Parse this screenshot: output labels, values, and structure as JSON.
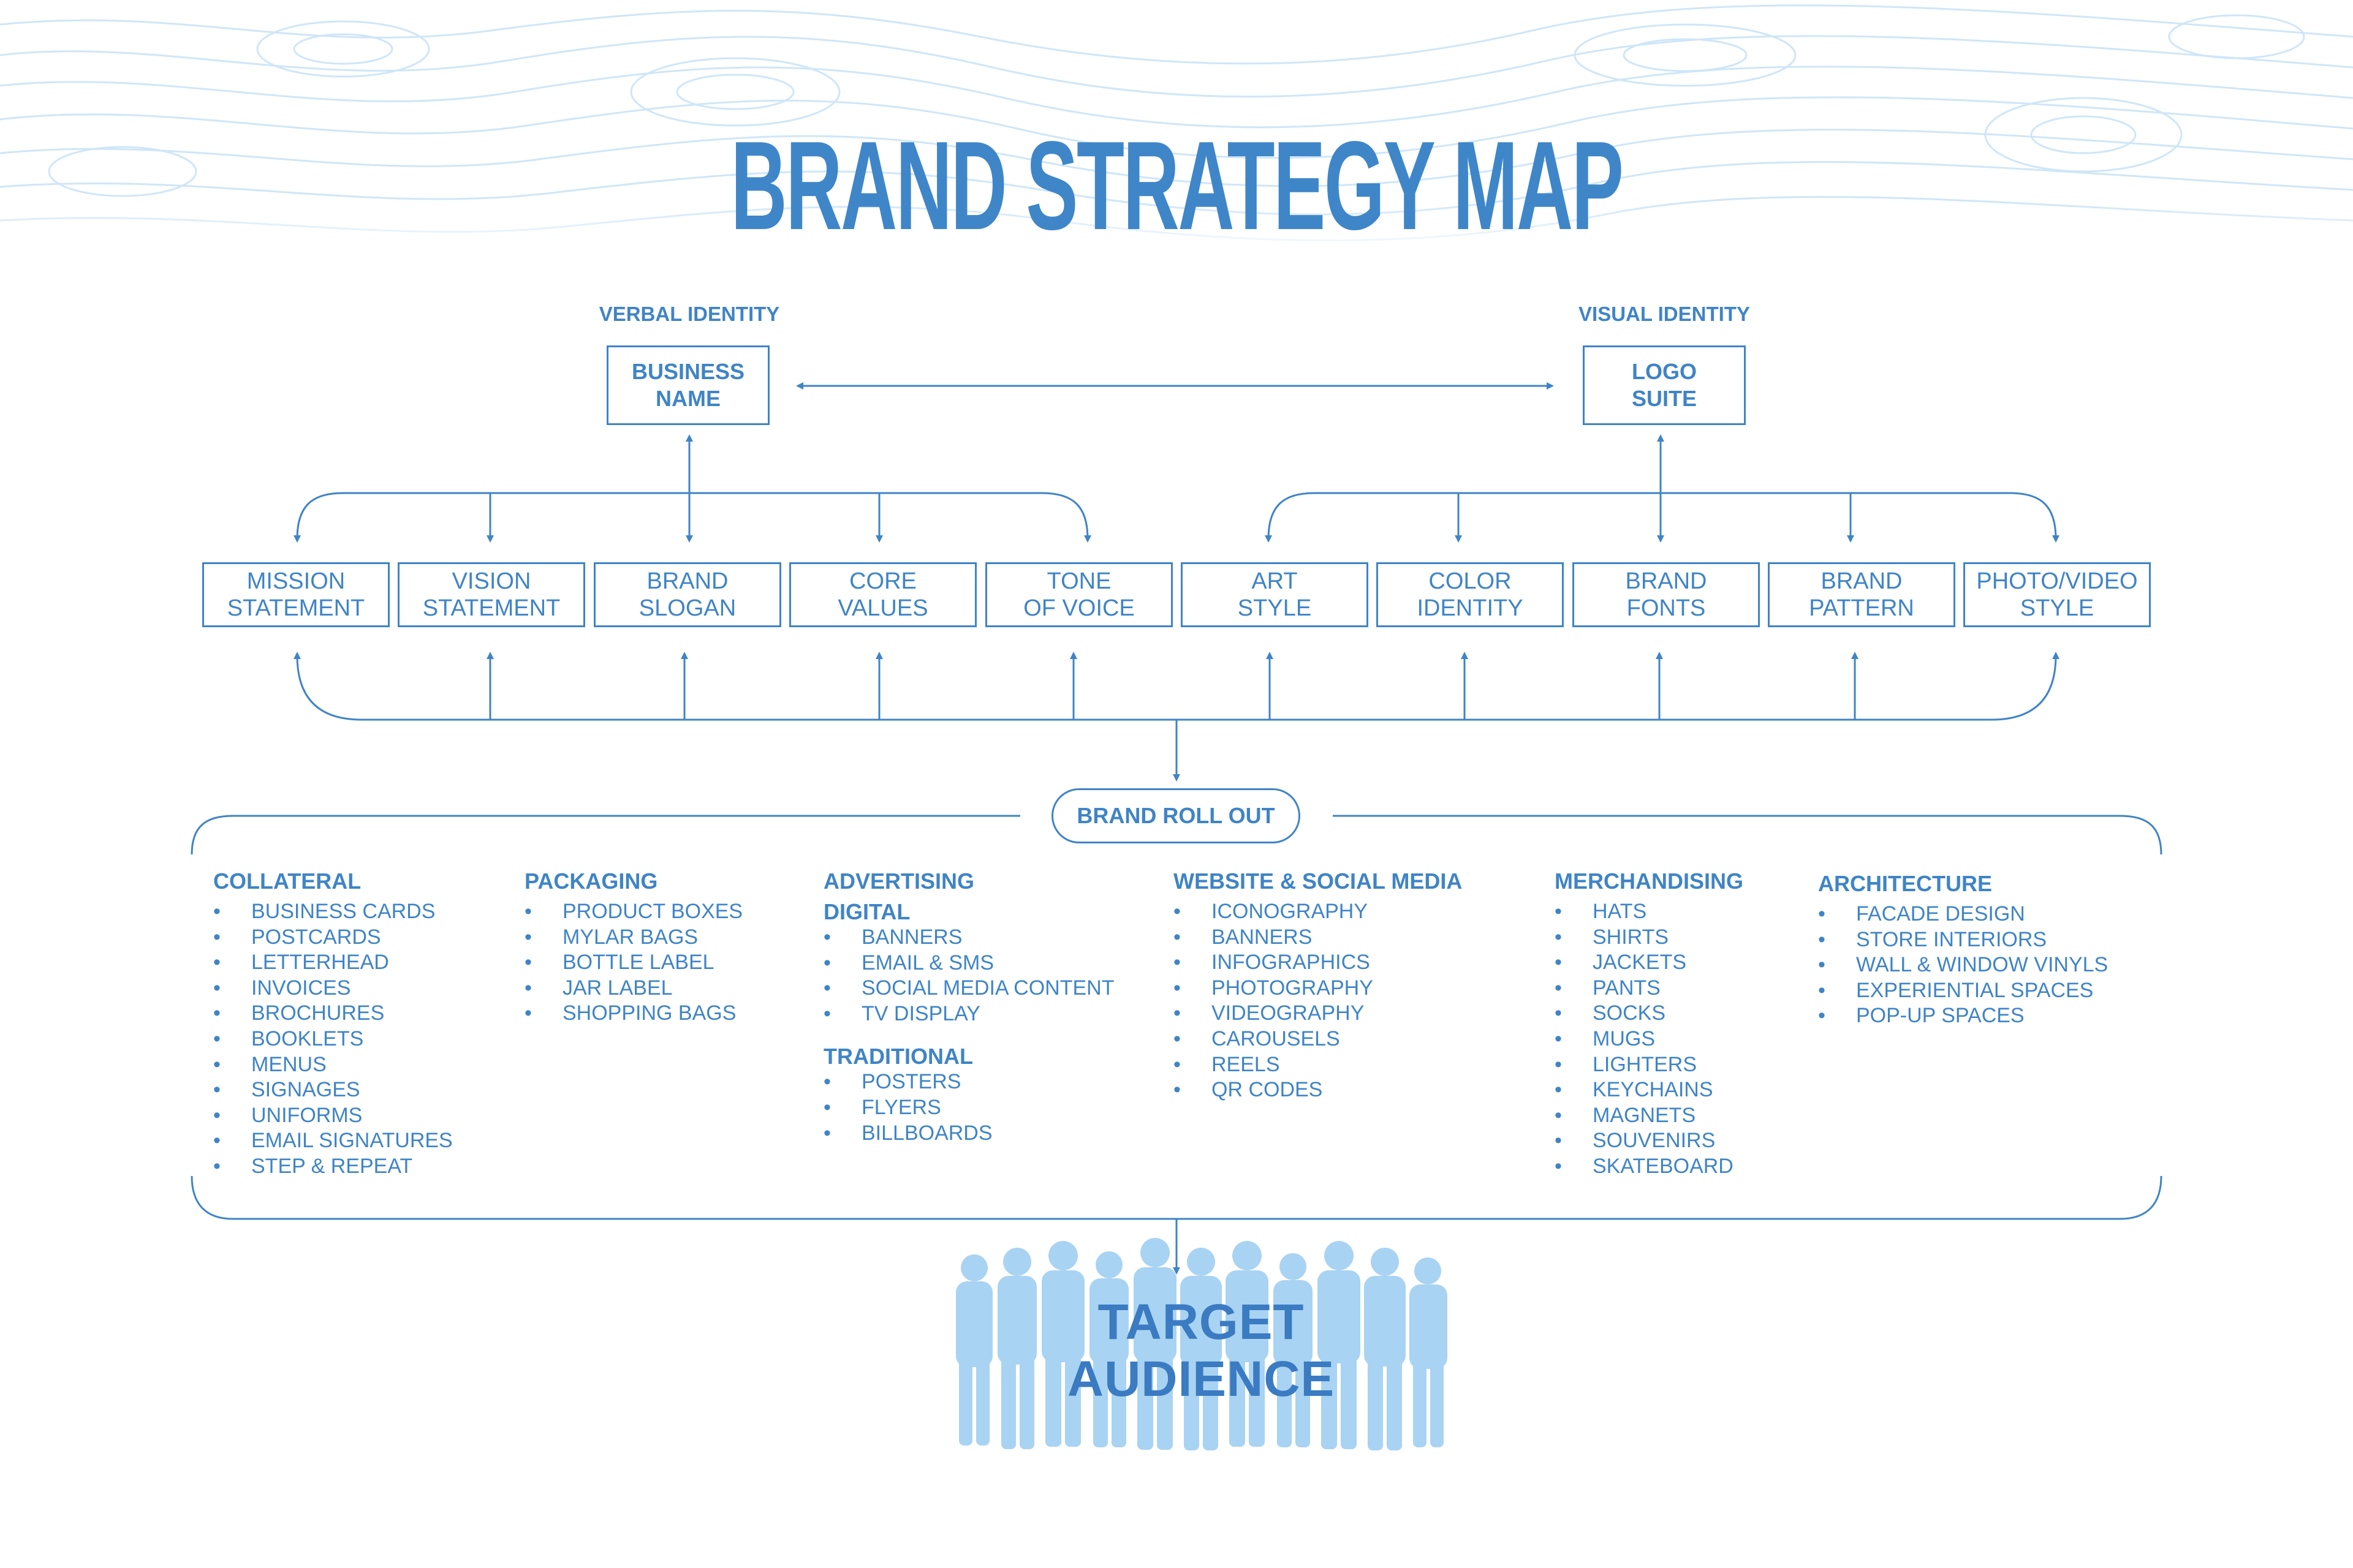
{
  "title": "BRAND STRATEGY MAP",
  "colors": {
    "primary": "#3f84c6",
    "silhouette": "#a9d3f2",
    "topo": "#cfe6f8"
  },
  "verbal_identity": {
    "heading": "VERBAL IDENTITY",
    "box": "BUSINESS\nNAME"
  },
  "visual_identity": {
    "heading": "VISUAL IDENTITY",
    "box": "LOGO\nSUITE"
  },
  "elements": [
    "MISSION\nSTATEMENT",
    "VISION\nSTATEMENT",
    "BRAND\nSLOGAN",
    "CORE\nVALUES",
    "TONE\nOF VOICE",
    "ART\nSTYLE",
    "COLOR\nIDENTITY",
    "BRAND\nFONTS",
    "BRAND\nPATTERN",
    "PHOTO/VIDEO\nSTYLE"
  ],
  "roll_out": "BRAND ROLL OUT",
  "collateral": {
    "heading": "COLLATERAL",
    "items": [
      "BUSINESS CARDS",
      "POSTCARDS",
      "LETTERHEAD",
      "INVOICES",
      "BROCHURES",
      "BOOKLETS",
      "MENUS",
      "SIGNAGES",
      "UNIFORMS",
      "EMAIL SIGNATURES",
      "STEP & REPEAT"
    ]
  },
  "packaging": {
    "heading": "PACKAGING",
    "items": [
      "PRODUCT BOXES",
      "MYLAR BAGS",
      "BOTTLE LABEL",
      "JAR LABEL",
      "SHOPPING BAGS"
    ]
  },
  "advertising": {
    "heading": "ADVERTISING",
    "digital_heading": "DIGITAL",
    "digital": [
      "BANNERS",
      "EMAIL & SMS",
      "SOCIAL MEDIA CONTENT",
      "TV DISPLAY"
    ],
    "traditional_heading": "TRADITIONAL",
    "traditional": [
      "POSTERS",
      "FLYERS",
      "BILLBOARDS"
    ]
  },
  "website": {
    "heading": "WEBSITE & SOCIAL MEDIA",
    "items": [
      "ICONOGRAPHY",
      "BANNERS",
      "INFOGRAPHICS",
      "PHOTOGRAPHY",
      "VIDEOGRAPHY",
      "CAROUSELS",
      "REELS",
      "QR CODES"
    ]
  },
  "merchandising": {
    "heading": "MERCHANDISING",
    "items": [
      "HATS",
      "SHIRTS",
      "JACKETS",
      "PANTS",
      "SOCKS",
      "MUGS",
      "LIGHTERS",
      "KEYCHAINS",
      "MAGNETS",
      "SOUVENIRS",
      "SKATEBOARD"
    ]
  },
  "architecture": {
    "heading": "ARCHITECTURE",
    "items": [
      "FACADE DESIGN",
      "STORE INTERIORS",
      "WALL & WINDOW VINYLS",
      "EXPERIENTIAL SPACES",
      "POP-UP SPACES"
    ]
  },
  "target": {
    "line1": "TARGET",
    "line2": "AUDIENCE"
  }
}
